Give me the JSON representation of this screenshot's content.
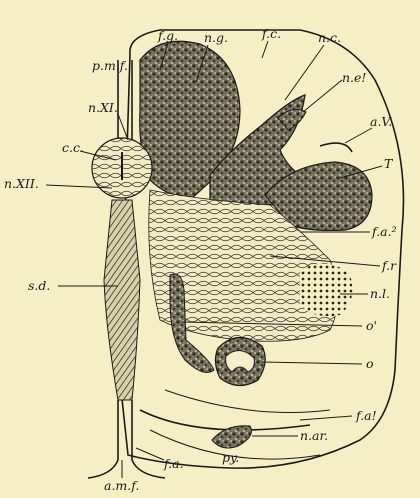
{
  "figure": {
    "background": "#f6efc6",
    "ink": "#1a1a1a",
    "labels": {
      "pmf": "p.m.f.",
      "fg": "f.g.",
      "ng": "n.g.",
      "fc": "f.c.",
      "nc": "n.c.",
      "ne": "n.e!",
      "nXI": "n.XI.",
      "cc": "c.c.",
      "aV": "a.V.",
      "T": "T",
      "nXII": "n.XII.",
      "fa2": "f.a.²",
      "fr": "f.r",
      "sd": "s.d.",
      "nl": "n.l.",
      "o1": "o'",
      "o": "o",
      "fa1": "f.a!",
      "nar": "n.ar.",
      "py": "py.",
      "fa": "f.a.",
      "amf": "a.m.f."
    }
  }
}
